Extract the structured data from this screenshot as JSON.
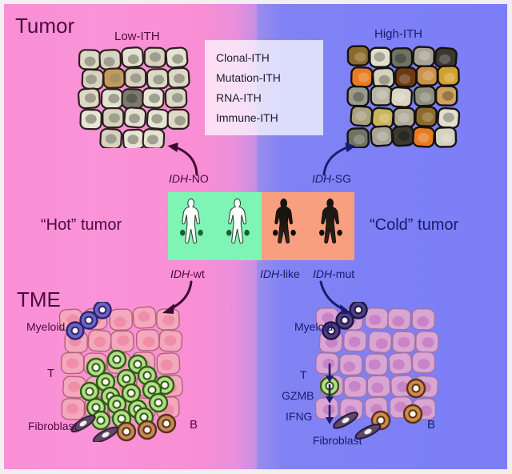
{
  "figure": {
    "title_left": "Tumor",
    "title_tme": "TME",
    "left_background_color": "#f98fd6",
    "right_background_color": "#7d80f6"
  },
  "tumor_panels": {
    "low": {
      "label": "Low-ITH"
    },
    "high": {
      "label": "High-ITH"
    }
  },
  "legend": {
    "items": [
      {
        "label": "Clonal-ITH"
      },
      {
        "label": "Mutation-ITH"
      },
      {
        "label": "RNA-ITH"
      },
      {
        "label": "Immune-ITH"
      }
    ]
  },
  "phenotypes": {
    "hot": "“Hot” tumor",
    "cold": "“Cold” tumor"
  },
  "genotypes": {
    "top_left": {
      "italic": "IDH",
      "rest": "-NO"
    },
    "top_right": {
      "italic": "IDH",
      "rest": "-SG"
    },
    "bottom_wt": {
      "italic": "IDH",
      "rest": "-wt"
    },
    "bottom_like": {
      "italic": "IDH",
      "rest": "-like"
    },
    "bottom_mut": {
      "italic": "IDH",
      "rest": "-mut"
    }
  },
  "people_panel": {
    "left_color": "#7ef5b4",
    "right_color": "#f89f7f",
    "left_figures": 2,
    "right_figures": 2
  },
  "tme_left": {
    "myeloid_label": "Myeloid",
    "t_label": "T",
    "fibroblast_label": "Fibroblast",
    "b_label": "B",
    "t_cell_color": "#b3dd87",
    "myeloid_color": "#6f63c4",
    "b_cell_color": "#c08a5c",
    "tumor_cell_color": "#f4a8bd",
    "t_cell_count": 18,
    "myeloid_count": 3,
    "b_cell_count": 3
  },
  "tme_right": {
    "myeloid_label": "Myeloid",
    "fibroblast_label": "Fibroblast",
    "b_label": "B",
    "markers": [
      {
        "label": "T",
        "trend": "down"
      },
      {
        "label": "GZMB",
        "trend": "down"
      },
      {
        "label": "IFNG",
        "trend": "down"
      }
    ],
    "t_cell_color": "#b3dd87",
    "myeloid_color": "#4e3f86",
    "b_cell_color": "#d08a4e",
    "tumor_cell_color": "#d9a5d3",
    "t_cell_count": 1,
    "myeloid_count": 3,
    "b_cell_count": 3
  },
  "cells": {
    "low_ith": {
      "palette": [
        "#e6e2d2",
        "#ded9c6",
        "#e9e5d6",
        "#d8d3c0",
        "#c49a5c",
        "#7d7a70"
      ],
      "nucleus_palette": [
        "#9c9c8c",
        "#8f9183",
        "#a38f6a",
        "#5d5a52"
      ],
      "description": "homogeneous beige tumour cells, two colour outliers"
    },
    "high_ith": {
      "palette": [
        "#8a6b2b",
        "#e3dfcf",
        "#6f7363",
        "#a8a495",
        "#3a382f",
        "#e87b22",
        "#d5d1bf",
        "#6b3a12",
        "#c99248",
        "#d2a22c",
        "#9a9a8e",
        "#b9b5a3",
        "#d9d5c2",
        "#8f8f80",
        "#cfa15f",
        "#a8a07e",
        "#c9b35c",
        "#b0ac99"
      ],
      "description": "highly heterogeneous multicoloured tumour cells"
    }
  },
  "arrows": {
    "low_ith_arrow": "curved arrow pointing up-left from IDH-NO to Low-ITH cluster",
    "high_ith_arrow": "curved arrow pointing up-right from IDH-SG to High-ITH cluster",
    "hot_tme_arrow": "curved arrow pointing down-left from IDH-wt to hot TME",
    "cold_tme_arrow": "curved arrow pointing down-right from IDH-mut to cold TME"
  }
}
